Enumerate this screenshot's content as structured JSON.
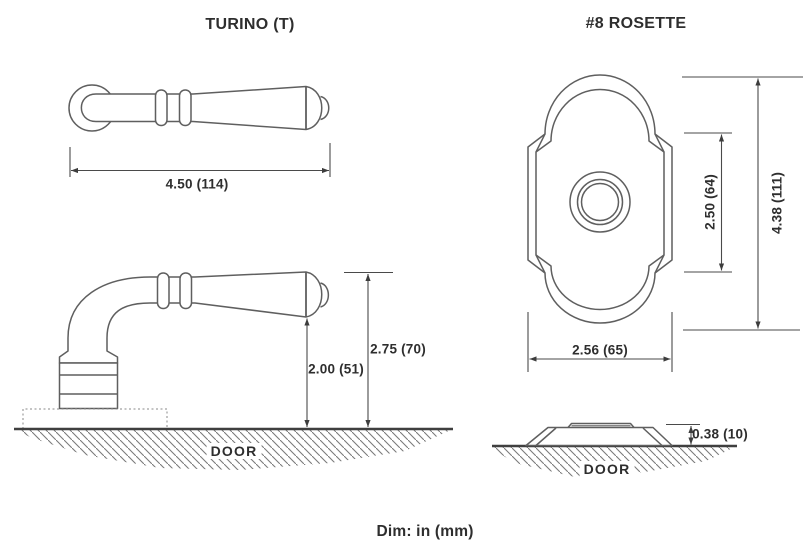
{
  "style": {
    "ink_color": "#2e2e2e",
    "drawing_line_color": "#5f5f5f"
  },
  "left_panel": {
    "title": "TURINO (T)",
    "top_view": {
      "length_dim": "4.50 (114)"
    },
    "side_view": {
      "lever_height_dim": "2.00 (51)",
      "overall_height_dim": "2.75 (70)",
      "surface_label": "DOOR"
    }
  },
  "right_panel": {
    "title": "#8 ROSETTE",
    "front_view": {
      "inner_height_dim": "2.50 (64)",
      "overall_height_dim": "4.38 (111)",
      "width_dim": "2.56 (65)"
    },
    "side_view": {
      "thickness_dim": "0.38 (10)",
      "surface_label": "DOOR"
    }
  },
  "footer": {
    "units_note": "Dim: in (mm)"
  }
}
